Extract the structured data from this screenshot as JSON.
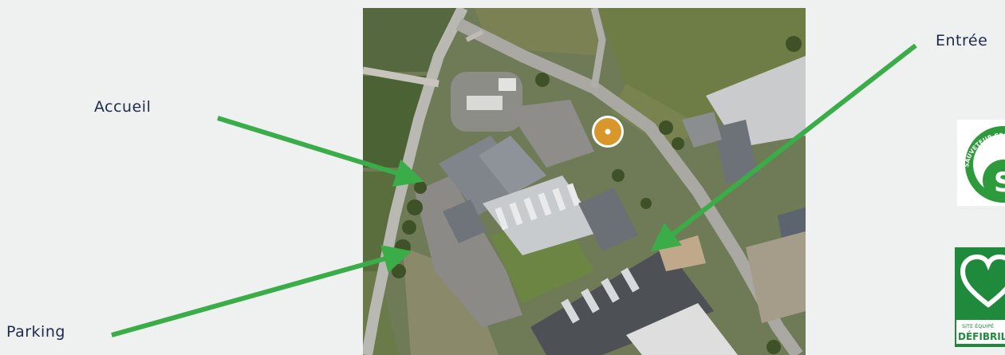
{
  "labels": {
    "accueil": "Accueil",
    "parking": "Parking",
    "entree": "Entrée"
  },
  "badges": {
    "sst_letter": "S",
    "sst_arc_text": "SAUVETEUR SECOURISTE DU TRAVAIL",
    "defib_line1": "SITE ÉQUIPÉ",
    "defib_line2": "DÉFIBRIL"
  },
  "colors": {
    "background": "#eff1f0",
    "label_text": "#1d2a4a",
    "arrow": "#3aad48",
    "location_marker": "#d9962a",
    "sst_green": "#2d9a3c",
    "defib_green": "#1f8a3c"
  },
  "icons": {
    "location_marker": "location-pin-icon",
    "sst_logo": "sst-logo-icon",
    "defib_logo": "heart-defibrillator-icon"
  }
}
